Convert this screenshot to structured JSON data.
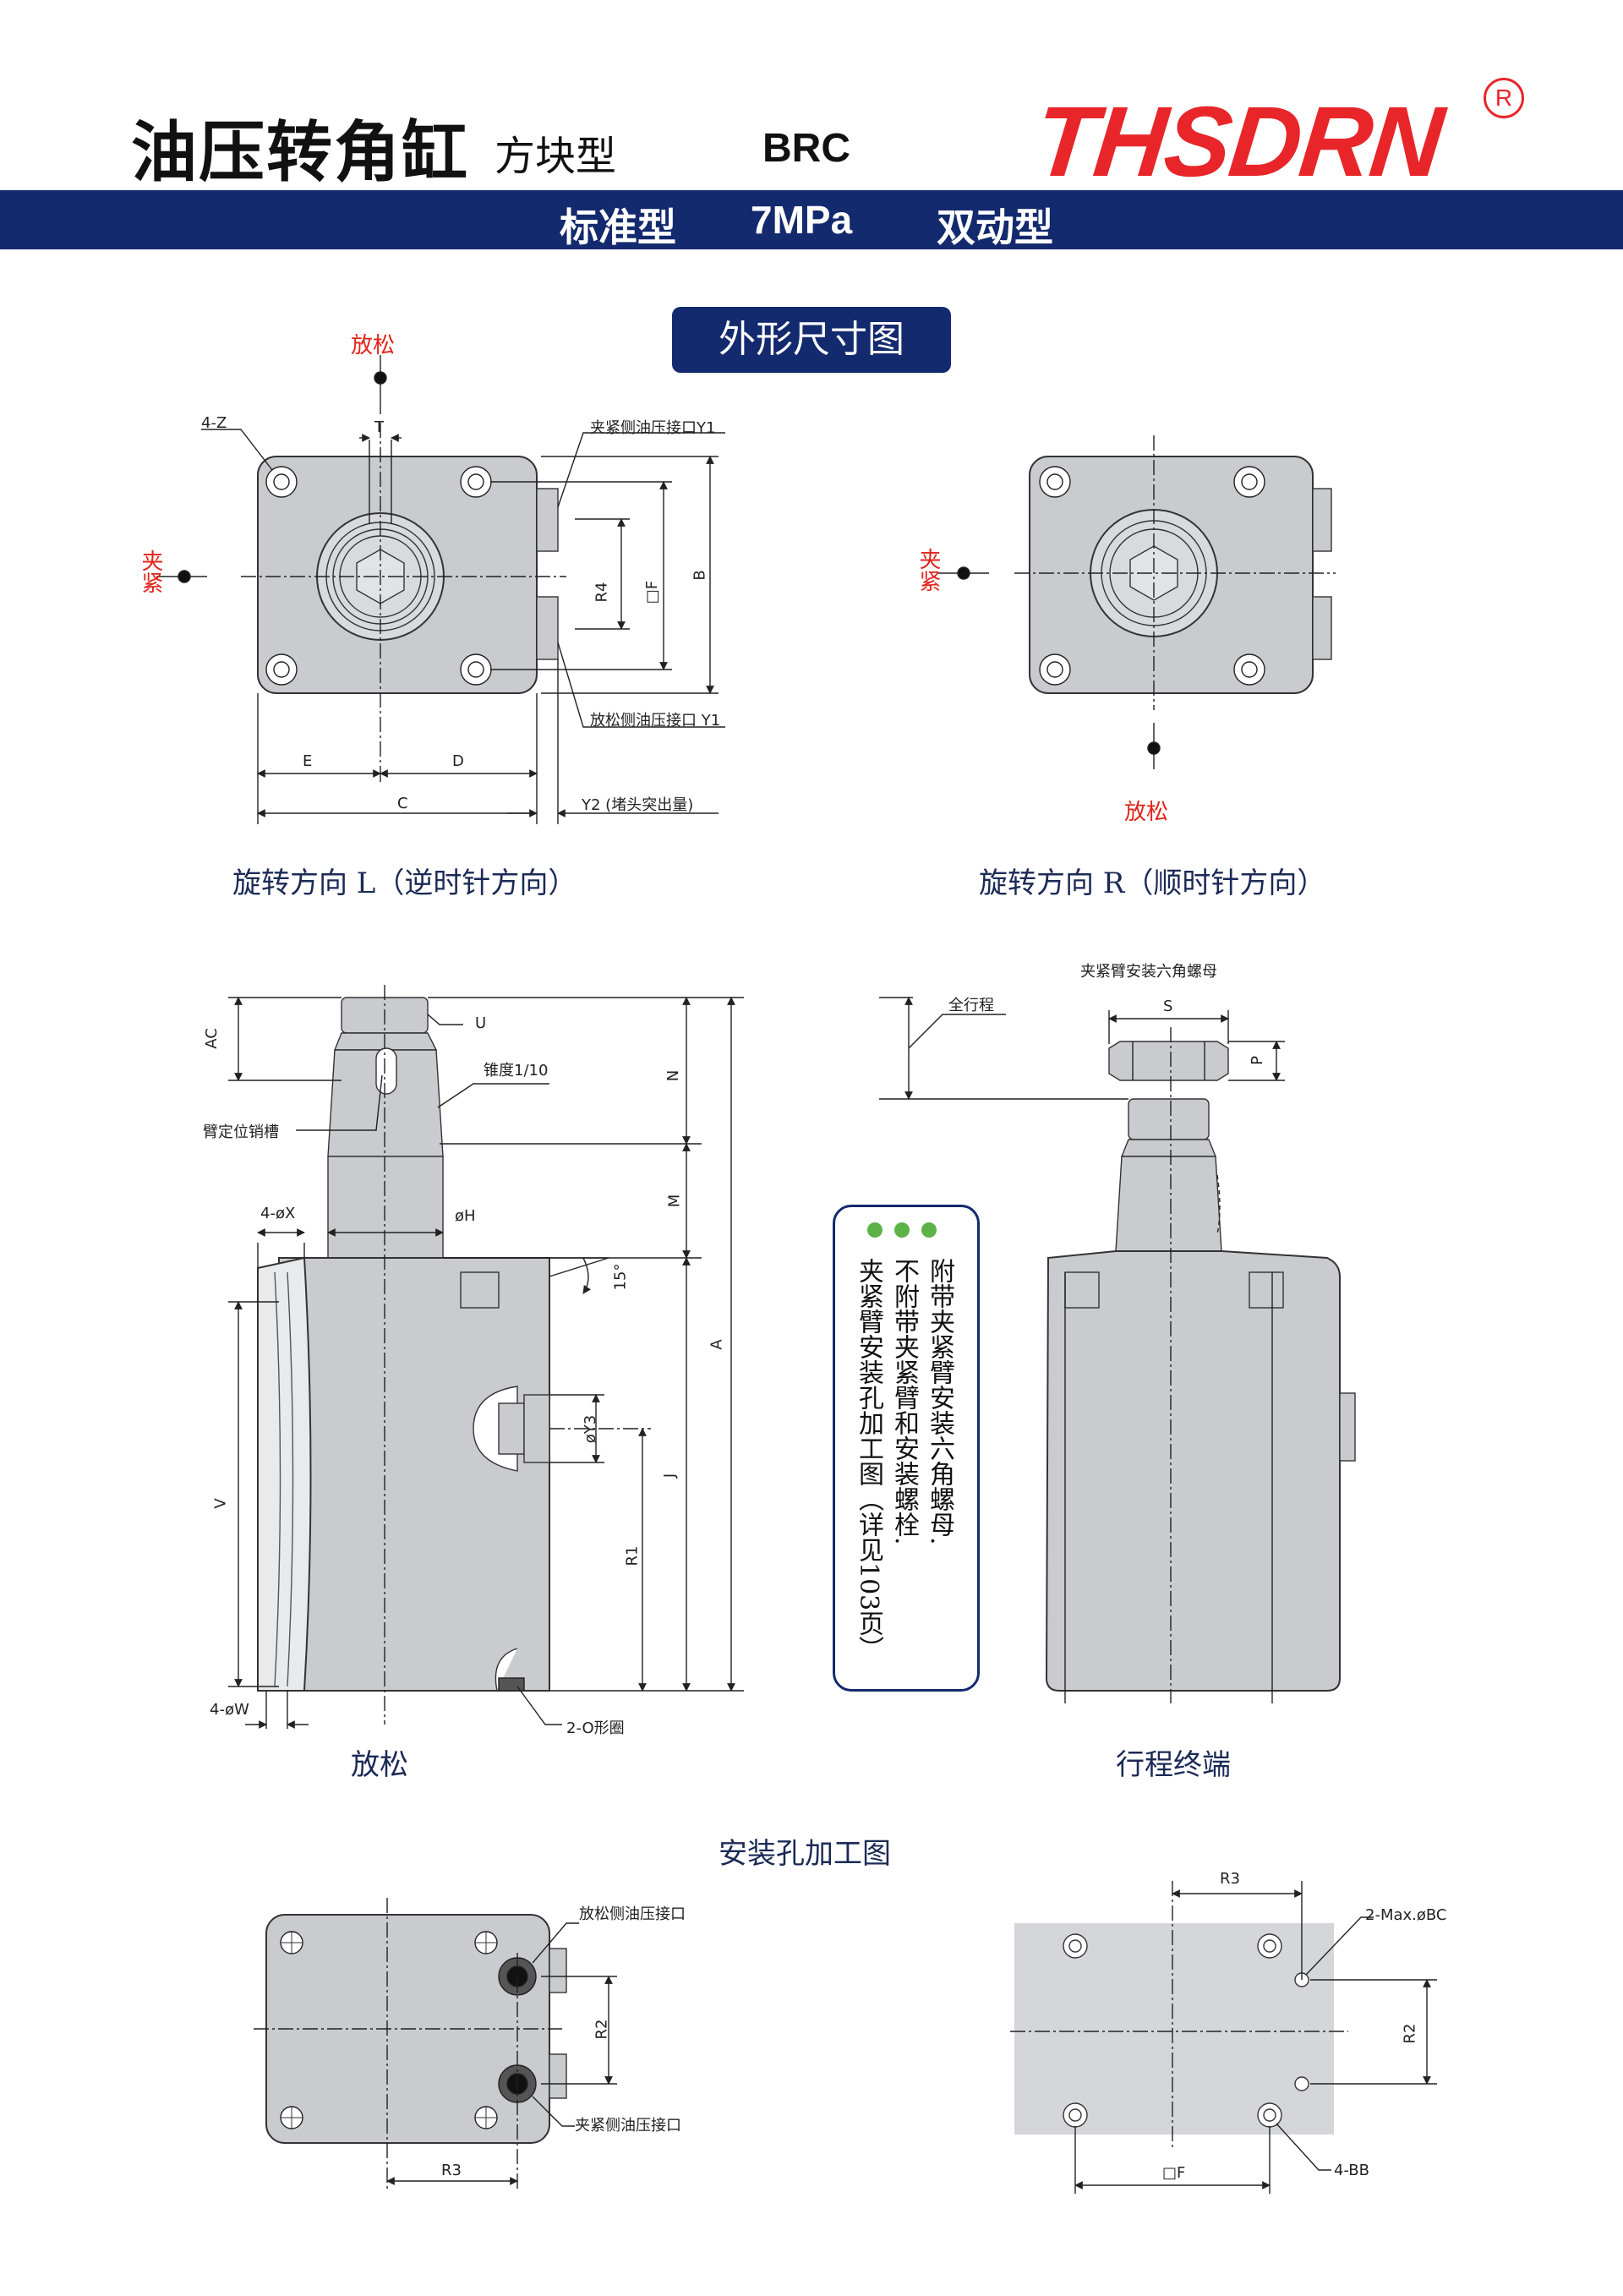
{
  "header": {
    "title": "油压转角缸",
    "subtitle": "方块型",
    "model": "BRC",
    "logo": "THSDRN",
    "logo_mark": "R"
  },
  "spec_bar": {
    "type": "标准型",
    "pressure": "7MPa",
    "action": "双动型"
  },
  "section_title": "外形尺寸图",
  "top_view_left": {
    "red_release": "放松",
    "red_clamp": "夹紧",
    "label_4z": "4-Z",
    "label_t": "T",
    "port_clamp": "夹紧侧油压接口Y1",
    "port_release": "放松侧油压接口 Y1",
    "dim_r4": "R4",
    "dim_f": "□F",
    "dim_b": "B",
    "dim_e": "E",
    "dim_d": "D",
    "dim_c": "C",
    "dim_y2": "Y2 (堵头突出量)",
    "caption": "旋转方向 L（逆时针方向）"
  },
  "top_view_right": {
    "red_clamp": "夹紧",
    "red_release": "放松",
    "caption": "旋转方向 R（顺时针方向）"
  },
  "side_view": {
    "ac": "AC",
    "u": "U",
    "taper": "锥度1/10",
    "arm_slot": "臂定位销槽",
    "x": "4-øX",
    "h": "øH",
    "n": "N",
    "m": "M",
    "a": "A",
    "deg": "15°",
    "y3": "øY3",
    "j": "J",
    "r1": "R1",
    "v": "V",
    "w": "4-øW",
    "oring": "2-O形圈",
    "caption": "放松"
  },
  "stroke_view": {
    "nut_title": "夹紧臂安装六角螺母",
    "full_stroke": "全行程",
    "s": "S",
    "p": "P",
    "caption": "行程终端"
  },
  "note": {
    "col1": "附带夹紧臂安装六角螺母.",
    "col2": "不附带夹紧臂和安装螺栓.",
    "col3": "夹紧臂安装孔加工图（详见103页）"
  },
  "mount_section": {
    "title": "安装孔加工图",
    "port_release": "放松侧油压接口",
    "port_clamp": "夹紧侧油压接口",
    "r2": "R2",
    "r3": "R3",
    "r3b": "R3",
    "bc": "2-Max.øBC",
    "r2b": "R2",
    "f": "□F",
    "bb": "4-BB"
  },
  "colors": {
    "navy": "#142a6e",
    "red": "#e8262a",
    "body_gray": "#c9cbcf",
    "green_dot": "#5cb247"
  }
}
